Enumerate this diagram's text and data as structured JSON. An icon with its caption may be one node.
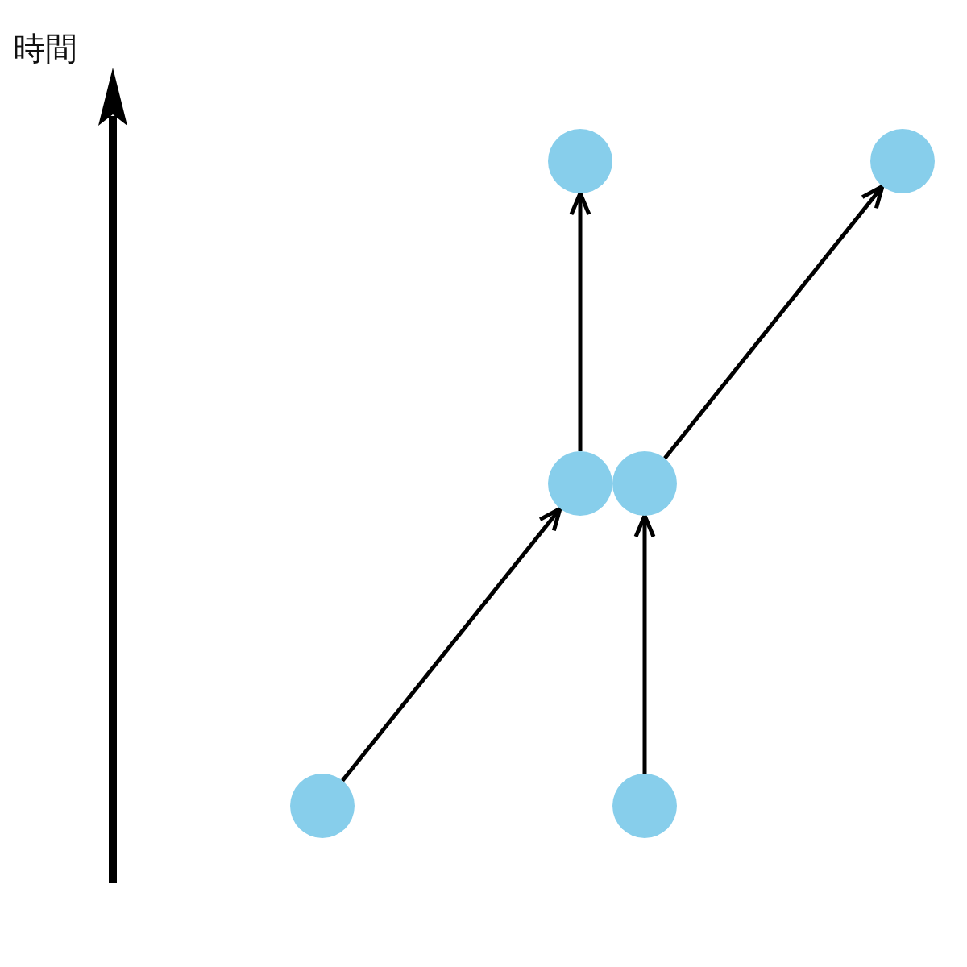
{
  "diagram": {
    "nodes": [
      {
        "text": [],
        "shape": "circle"
      },
      {
        "text": [],
        "shape": "circle"
      },
      {
        "text": [],
        "shape": "circle"
      },
      {
        "text": [],
        "shape": "circle"
      },
      {
        "text": [],
        "shape": "circle"
      },
      {
        "text": [],
        "shape": "circle"
      }
    ],
    "edges": [
      {
        "from": 4,
        "to": 2,
        "arrow": "to"
      },
      {
        "from": 5,
        "to": 3,
        "arrow": "to"
      },
      {
        "from": 2,
        "to": 0,
        "arrow": "to"
      },
      {
        "from": 3,
        "to": 1,
        "arrow": "to"
      }
    ],
    "labels": [
      "時間"
    ]
  }
}
